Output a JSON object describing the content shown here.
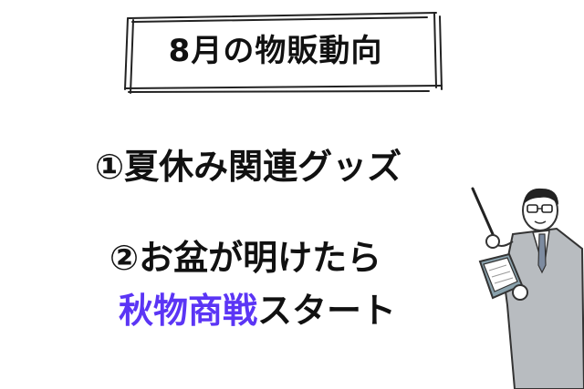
{
  "title": "8月の物販動向",
  "items": [
    {
      "text": "①夏休み関連グッズ"
    },
    {
      "text": "②お盆が明けたら"
    }
  ],
  "line3": {
    "highlight": "秋物商戦",
    "rest": "スタート"
  },
  "colors": {
    "accent": "#5b35f5",
    "text": "#111111"
  },
  "illustration": "teacher-with-pointer-icon"
}
